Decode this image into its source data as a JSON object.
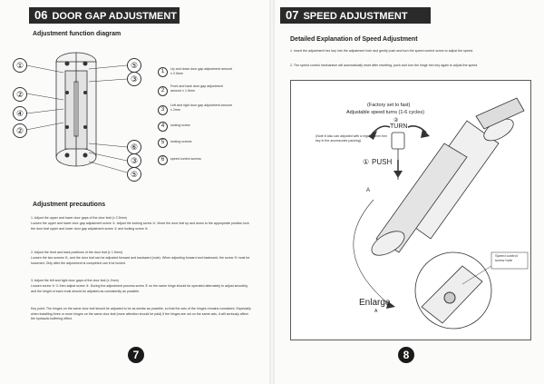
{
  "left": {
    "section_number": "06",
    "section_title": "DOOR GAP ADJUSTMENT",
    "function_title": "Adjustment function diagram",
    "callouts_left": [
      "①",
      "②",
      "④",
      "②"
    ],
    "callouts_right": [
      "⑤",
      "③",
      "⑥",
      "③",
      "⑤"
    ],
    "legend": [
      {
        "num": "1",
        "text": "Up and down door gap adjustment amount ± 2.5mm"
      },
      {
        "num": "2",
        "text": "Front and back door gap adjustment amount ± 1.5mm"
      },
      {
        "num": "3",
        "text": "Left and right door gap adjustment amount ± 2mm"
      },
      {
        "num": "4",
        "text": "locking screw"
      },
      {
        "num": "5",
        "text": "locking screws"
      },
      {
        "num": "6",
        "text": "speed control screws"
      }
    ],
    "precautions_title": "Adjustment precautions",
    "precautions": [
      "1. Adjust the upper and lower door gaps of the door leaf (± 2.5mm)",
      "Loosen the upper and lower door gap adjustment screw ①. Adjust the locking screw ④. Move the door leaf up and down to the appropriate position lock the door leaf upper and lower door gap adjustment screw ① and locking screw ④.",
      "2. Adjust the front and back positions of the door leaf (± 1.5mm)",
      "Loosen the two screws ⑤, and the door leaf can be adjusted forward and backward (note). When adjusting forward and backward, the screw ⑤ must be loosened. Only after the adjustment is completed can it be locked.",
      "3. Adjust the left and right door gaps of the door leaf (± 2mm)",
      "Loosen screw ③ ① then adjust screw ③. During the adjustment process screw ② on the same hinge should be operated alternately to adjust smoothly, and the height of each ends should be adjusted as consistently as possible.",
      "Key point: The hinges on the same door leaf should be adjusted to be as similar as possible, so that the axis of the hinges remains consistent. Especially when installing three or more hinges on the same door leaf (more attention should be paid) if the hinges are not on the same axis, it will seriously affect the hydraulic buffering effect."
    ],
    "page_number": "7"
  },
  "right": {
    "section_number": "07",
    "section_title": "SPEED ADJUSTMENT",
    "explanation_title": "Detailed Explanation of Speed Adjustment",
    "steps": [
      "1. Insert the adjustment hex key into the adjustment hole and gently push and turn the speed control screw to adjust the speed.",
      "2. The speed control mechanism will automatically reset after resetting, push and turn the hinge hex key again to adjust the speed."
    ],
    "diagram": {
      "factory": "(Factory set to fast)",
      "speed_turns": "Adjustable speed turns (1-6 cycles)",
      "turn_num": "②",
      "turn_label": "TURN",
      "note": "(Note:It also can adjusted with a regular 5mm hex key in the accessories packing)",
      "push_num": "①",
      "push_label": "PUSH",
      "point_a": "A",
      "speed_hole": "Speed control screw hole",
      "enlarge": "Enlarge",
      "enlarge_a": "A"
    },
    "page_number": "8"
  }
}
